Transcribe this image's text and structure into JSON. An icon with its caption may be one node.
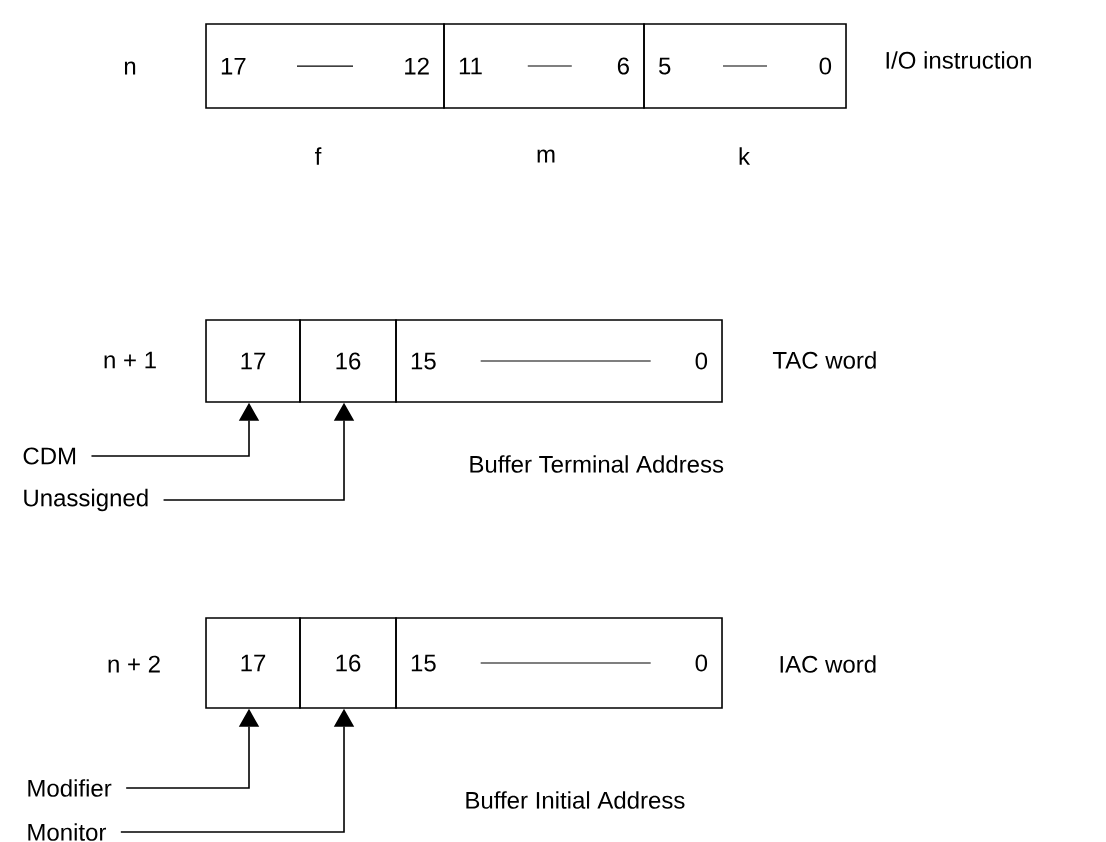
{
  "diagram": {
    "nodes": [
      {
        "text": [
          "17",
          "12"
        ]
      },
      {
        "text": [
          "11",
          "6"
        ]
      },
      {
        "text": [
          "5",
          "0"
        ]
      },
      {
        "text": [
          "17"
        ]
      },
      {
        "text": [
          "16"
        ]
      },
      {
        "text": [
          "15",
          "0"
        ]
      },
      {
        "text": [
          "CDM"
        ]
      },
      {
        "text": [
          "Unassigned"
        ]
      },
      {
        "text": [
          "17"
        ]
      },
      {
        "text": [
          "16"
        ]
      },
      {
        "text": [
          "15",
          "0"
        ]
      },
      {
        "text": [
          "Modifier"
        ]
      },
      {
        "text": [
          "Monitor"
        ]
      }
    ],
    "edges": [
      {
        "from": 6,
        "to": 3,
        "arrow": "to"
      },
      {
        "from": 7,
        "to": 4,
        "arrow": "to"
      },
      {
        "from": 11,
        "to": 8,
        "arrow": "to"
      },
      {
        "from": 12,
        "to": 9,
        "arrow": "to"
      }
    ],
    "labels": [
      "n",
      "I/O instruction",
      "f",
      "m",
      "k",
      "n + 1",
      "TAC word",
      "Buffer Terminal Address",
      "n + 2",
      "IAC word",
      "Buffer Initial Address"
    ]
  }
}
